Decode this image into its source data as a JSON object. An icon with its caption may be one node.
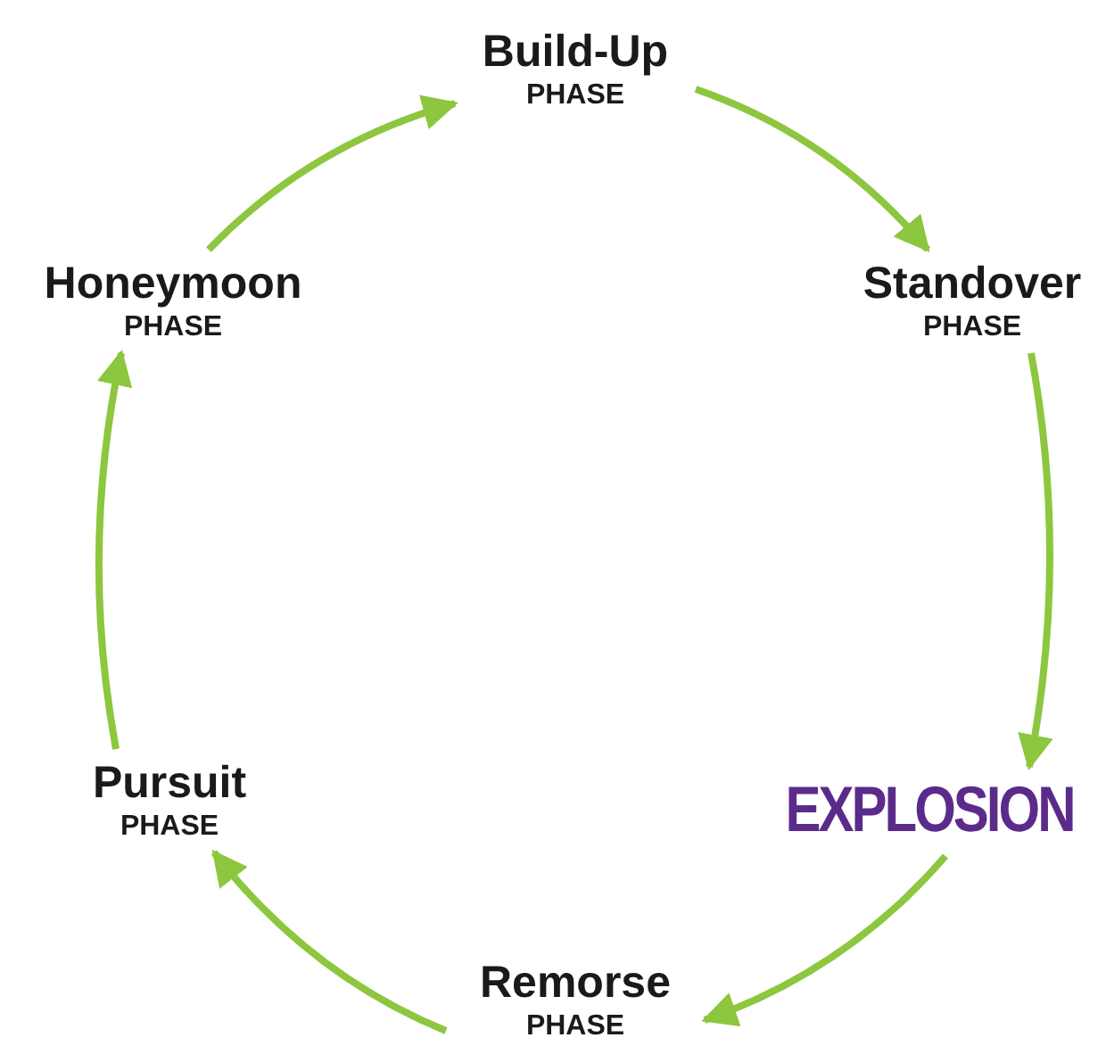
{
  "diagram": {
    "nodes": [
      {
        "text": [
          "Build-Up",
          "PHASE"
        ]
      },
      {
        "text": [
          "Standover",
          "PHASE"
        ]
      },
      {
        "text": [
          "EXPLOSION"
        ]
      },
      {
        "text": [
          "Remorse",
          "PHASE"
        ]
      },
      {
        "text": [
          "Pursuit",
          "PHASE"
        ]
      },
      {
        "text": [
          "Honeymoon",
          "PHASE"
        ]
      }
    ],
    "edges": [
      {
        "from": 0,
        "to": 1,
        "arrow": "to"
      },
      {
        "from": 1,
        "to": 2,
        "arrow": "to"
      },
      {
        "from": 2,
        "to": 3,
        "arrow": "to"
      },
      {
        "from": 3,
        "to": 4,
        "arrow": "to"
      },
      {
        "from": 4,
        "to": 5,
        "arrow": "to"
      },
      {
        "from": 5,
        "to": 0,
        "arrow": "to"
      }
    ]
  }
}
